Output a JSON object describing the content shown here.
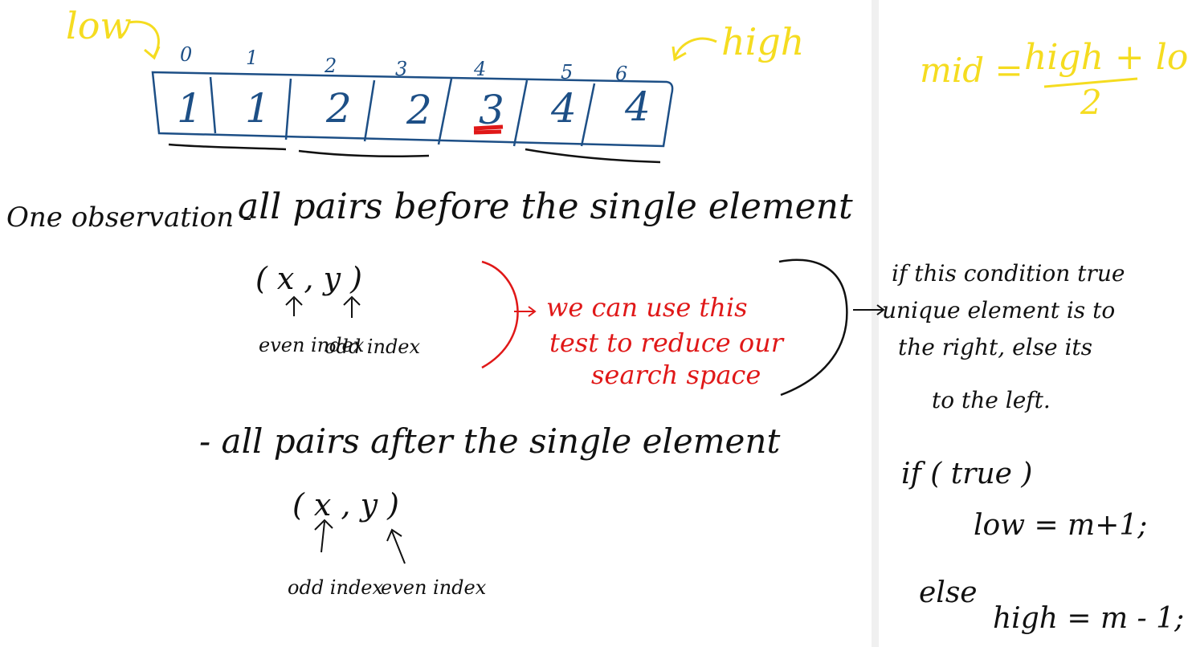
{
  "colors": {
    "ink": "#111111",
    "blue": "#1d4f86",
    "yellow": "#f5dc20",
    "red": "#e01818",
    "divider": "#f0f0f0"
  },
  "pointers": {
    "low": "low",
    "high": "high"
  },
  "array": {
    "indices": [
      "0",
      "1",
      "2",
      "3",
      "4",
      "5",
      "6"
    ],
    "values": [
      "1",
      "1",
      "2",
      "2",
      "3",
      "4",
      "4"
    ]
  },
  "formula": {
    "lhs": "mid =",
    "numerator": "high + low",
    "denominator": "2"
  },
  "observation": {
    "title": "One observation -",
    "before": "all pairs before the single element",
    "before_pair": "( x , y )",
    "before_x": "even index",
    "before_y": "odd index",
    "after": "- all pairs after the single element",
    "after_pair": "( x , y )",
    "after_x": "odd index",
    "after_y": "even index"
  },
  "red_note": [
    "we can use this",
    "test to reduce our",
    "search space"
  ],
  "side_note": [
    "if this condition true",
    "unique element is to",
    "the right, else its",
    "to the left."
  ],
  "code": {
    "if_line": "if ( true )",
    "low_line": "low = m+1;",
    "else_line": "else",
    "high_line": "high = m - 1;"
  }
}
